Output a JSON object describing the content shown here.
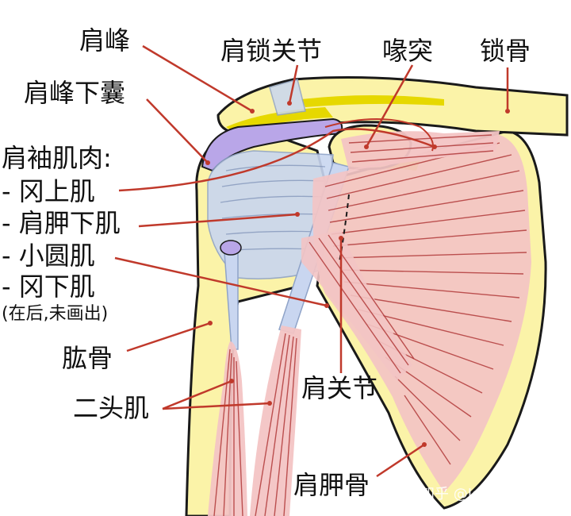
{
  "labels": {
    "acromion": "肩峰",
    "ac_joint": "肩锁关节",
    "coracoid": "喙突",
    "clavicle": "锁骨",
    "subacromial_bursa": "肩峰下囊",
    "rotator_cuff_heading": "肩袖肌肉:",
    "supraspinatus": "- 冈上肌",
    "subscapularis": "- 肩胛下肌",
    "teres_minor": "- 小圆肌",
    "infraspinatus": "- 冈下肌",
    "infraspinatus_note": "(在后,未画出)",
    "humerus": "肱骨",
    "shoulder_joint": "肩关节",
    "biceps": "二头肌",
    "scapula": "肩胛骨"
  },
  "watermark": "知乎 @John Hexa",
  "colors": {
    "bone": "#fbf3a8",
    "bone_outline": "#1a1a1a",
    "cartilage_yellow": "#e6d800",
    "bursa": "#b9a6e8",
    "tendon": "#c9d6f0",
    "muscle": "#f3c4c4",
    "muscle_fiber": "#b03a3a",
    "leader": "#c0392b"
  }
}
